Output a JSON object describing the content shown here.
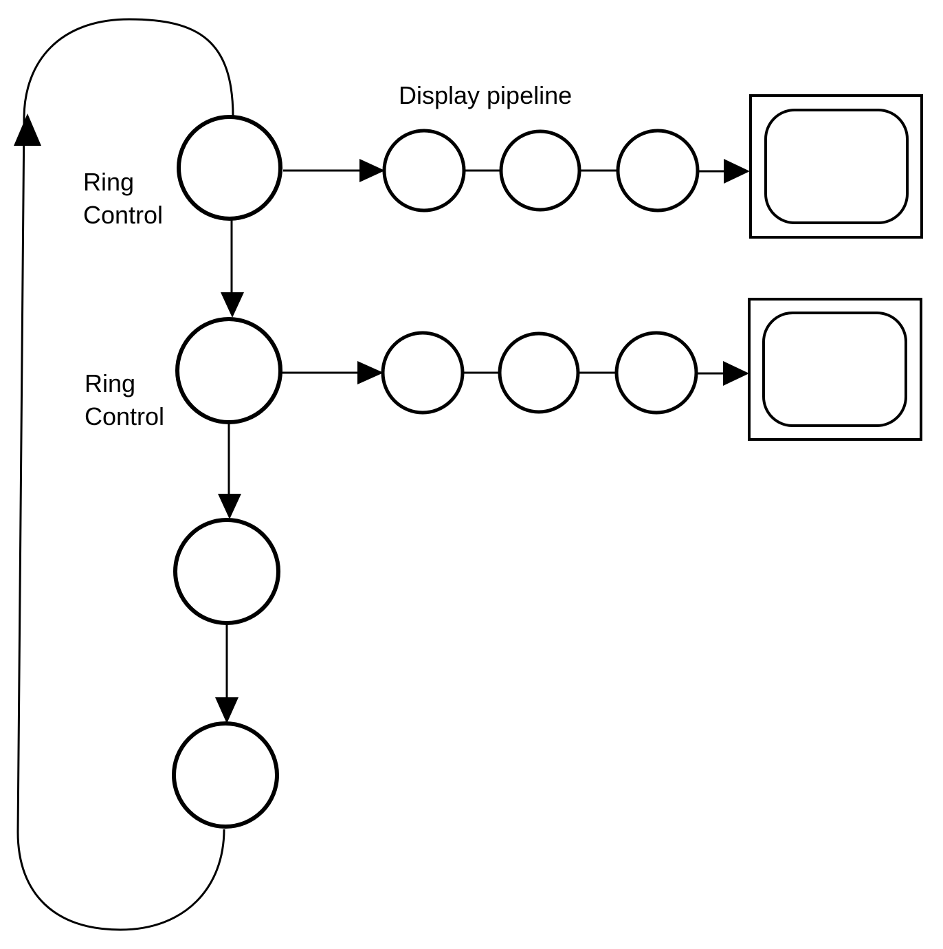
{
  "labels": {
    "display_pipeline": "Display pipeline",
    "ring_control_1": [
      "Ring",
      "Control"
    ],
    "ring_control_2": [
      "Ring",
      "Control"
    ]
  },
  "colors": {
    "stroke": "#000000",
    "background": "#ffffff"
  },
  "icons": [
    "arrowhead-icon",
    "monitor-icon"
  ]
}
